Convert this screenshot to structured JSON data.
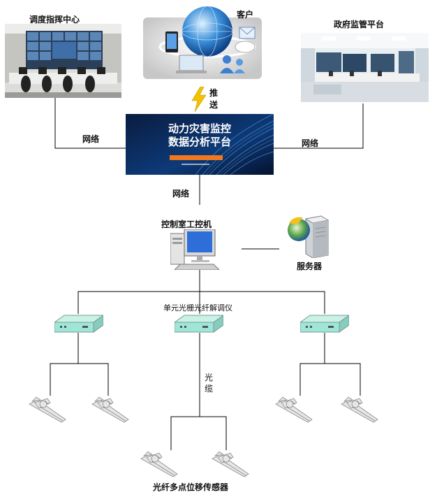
{
  "labels": {
    "dispatch_center": "调度指挥中心",
    "client": "客户",
    "gov_platform": "政府监管平台",
    "push_1": "推",
    "push_2": "送",
    "network_left": "网络",
    "network_right": "网络",
    "network_down": "网络",
    "platform_line1": "动力灾害监控",
    "platform_line2": "数据分析平台",
    "control_pc": "控制室工控机",
    "server": "服务器",
    "demodulator": "单元光栅光纤解调仪",
    "cable_1": "光",
    "cable_2": "缆",
    "sensor": "光纤多点位移传感器"
  },
  "colors": {
    "line": "#000000",
    "platform_bg": "#08183a",
    "platform_bar": "#f07820",
    "device_fill": "#9fe6d8",
    "lightning": "#f2c200"
  },
  "icons": {
    "client": "globe-devices-icon",
    "push": "lightning-icon",
    "control_pc": "desktop-computer-icon",
    "server": "server-tower-icon",
    "demodulator": "rack-device-icon",
    "sensor": "displacement-sensor-icon"
  }
}
